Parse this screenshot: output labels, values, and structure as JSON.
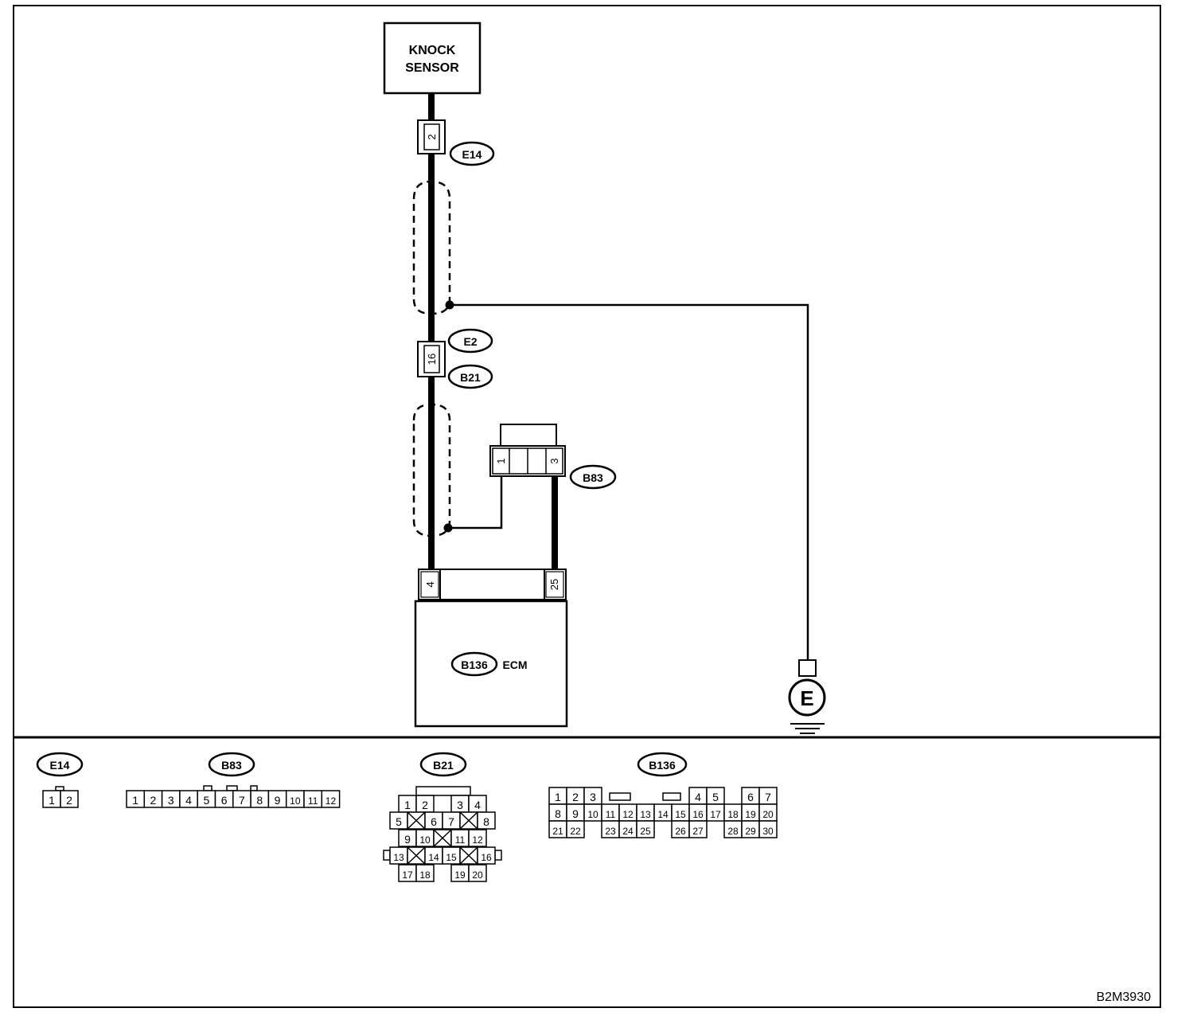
{
  "diagram": {
    "components": {
      "knock_sensor_line1": "KNOCK",
      "knock_sensor_line2": "SENSOR",
      "ecm_connector": "B136",
      "ecm_label": "ECM",
      "ground_symbol": "E"
    },
    "connector_tags": {
      "e14": "E14",
      "e2": "E2",
      "b21": "B21",
      "b83": "B83"
    },
    "pins": {
      "e14_pin": "2",
      "e2_b21_pin": "16",
      "b83_pin_a": "1",
      "b83_pin_b": "3",
      "ecm_pin_a": "4",
      "ecm_pin_b": "25"
    },
    "figure_id": "B2M3930"
  },
  "connector_views": {
    "e14": {
      "tag": "E14",
      "pins": [
        "1",
        "2"
      ]
    },
    "b83": {
      "tag": "B83",
      "pins": [
        "1",
        "2",
        "3",
        "4",
        "5",
        "6",
        "7",
        "8",
        "9",
        "10",
        "11",
        "12"
      ]
    },
    "b21": {
      "tag": "B21",
      "rows": [
        [
          "1",
          "2",
          "",
          "3",
          "4"
        ],
        [
          "5",
          "X",
          "6",
          "7",
          "X",
          "8"
        ],
        [
          "9",
          "10",
          "X",
          "11",
          "12"
        ],
        [
          "13",
          "X",
          "14",
          "15",
          "X",
          "16"
        ],
        [
          "17",
          "18",
          "",
          "19",
          "20"
        ]
      ]
    },
    "b136": {
      "tag": "B136",
      "rows": [
        [
          "1",
          "2",
          "3",
          "",
          "",
          "",
          "",
          "",
          "4",
          "5",
          "",
          "6",
          "7"
        ],
        [
          "8",
          "9",
          "10",
          "11",
          "12",
          "13",
          "14",
          "15",
          "16",
          "17",
          "18",
          "19",
          "20"
        ],
        [
          "21",
          "22",
          "",
          "23",
          "24",
          "25",
          "",
          "26",
          "27",
          "",
          "28",
          "29",
          "30"
        ]
      ]
    }
  }
}
